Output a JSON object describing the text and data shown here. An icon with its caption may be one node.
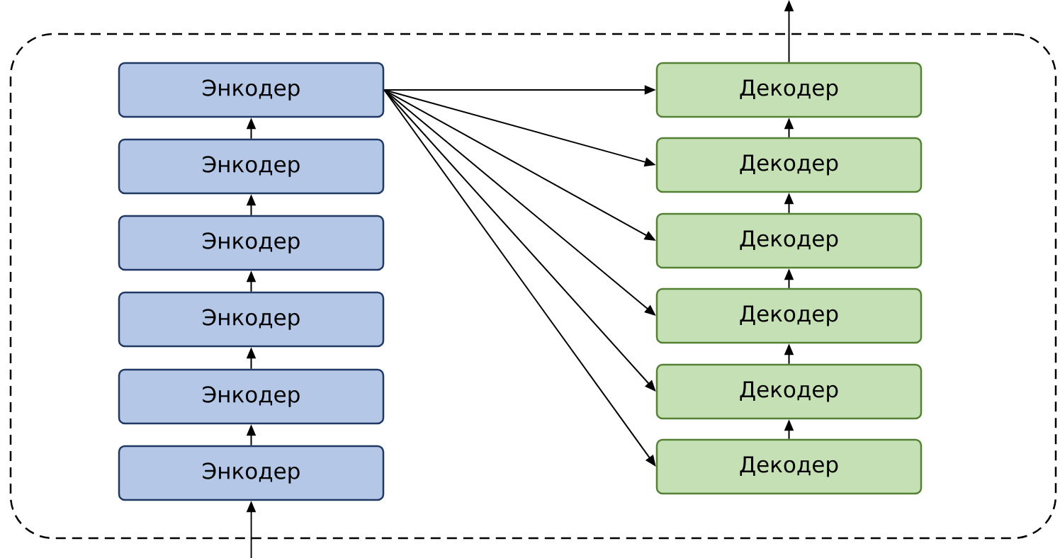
{
  "diagram": {
    "nodes": [
      {
        "text": [],
        "shape": "box"
      },
      {
        "text": [
          "Энкодер"
        ],
        "in": 0
      },
      {
        "text": [
          "Энкодер"
        ],
        "in": 0
      },
      {
        "text": [
          "Энкодер"
        ],
        "in": 0
      },
      {
        "text": [
          "Энкодер"
        ],
        "in": 0
      },
      {
        "text": [
          "Энкодер"
        ],
        "in": 0
      },
      {
        "text": [
          "Энкодер"
        ],
        "in": 0
      },
      {
        "text": [
          "Декодер"
        ],
        "in": 0
      },
      {
        "text": [
          "Декодер"
        ],
        "in": 0
      },
      {
        "text": [
          "Декодер"
        ],
        "in": 0
      },
      {
        "text": [
          "Декодер"
        ],
        "in": 0
      },
      {
        "text": [
          "Декодер"
        ],
        "in": 0
      },
      {
        "text": [
          "Декодер"
        ],
        "in": 0
      }
    ],
    "edges": [
      {
        "from": null,
        "to": 6,
        "arrow": "to"
      },
      {
        "from": 6,
        "to": 5,
        "arrow": "to"
      },
      {
        "from": 5,
        "to": 4,
        "arrow": "to"
      },
      {
        "from": 4,
        "to": 3,
        "arrow": "to"
      },
      {
        "from": 3,
        "to": 2,
        "arrow": "to"
      },
      {
        "from": 2,
        "to": 1,
        "arrow": "to"
      },
      {
        "from": 1,
        "to": 7,
        "arrow": "to"
      },
      {
        "from": 1,
        "to": 8,
        "arrow": "to"
      },
      {
        "from": 1,
        "to": 9,
        "arrow": "to"
      },
      {
        "from": 1,
        "to": 10,
        "arrow": "to"
      },
      {
        "from": 1,
        "to": 11,
        "arrow": "to"
      },
      {
        "from": 1,
        "to": 12,
        "arrow": "to"
      },
      {
        "from": 12,
        "to": 11,
        "arrow": "to"
      },
      {
        "from": 11,
        "to": 10,
        "arrow": "to"
      },
      {
        "from": 10,
        "to": 9,
        "arrow": "to"
      },
      {
        "from": 9,
        "to": 8,
        "arrow": "to"
      },
      {
        "from": 8,
        "to": 7,
        "arrow": "to"
      },
      {
        "from": 7,
        "to": null,
        "arrow": "to"
      }
    ]
  }
}
